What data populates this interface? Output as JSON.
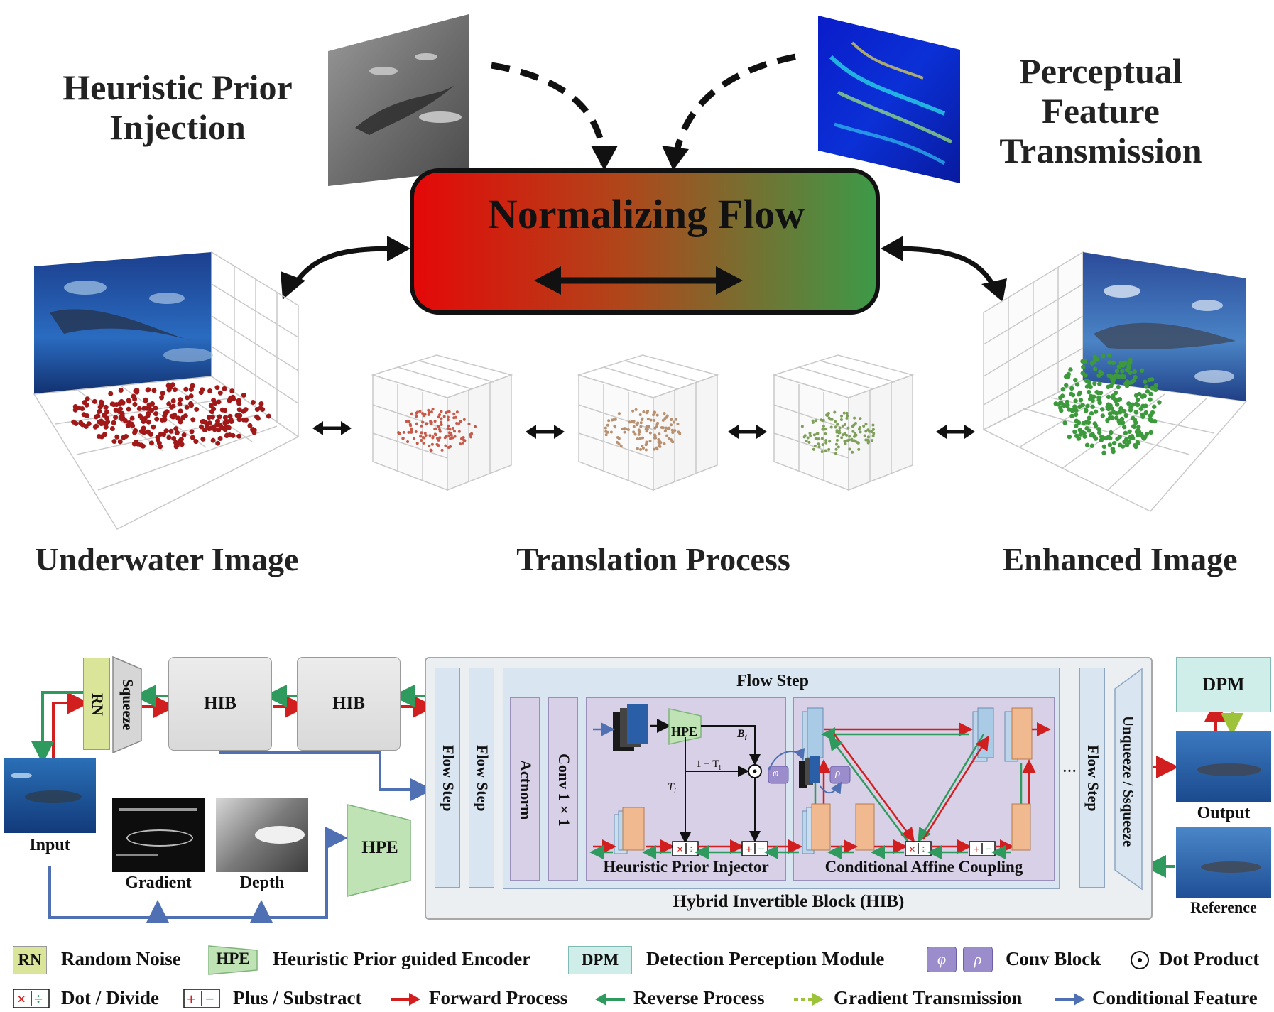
{
  "top": {
    "left_title_line1": "Heuristic Prior",
    "left_title_line2": "Injection",
    "right_title_line1": "Perceptual",
    "right_title_line2": "Feature",
    "right_title_line3": "Transmission",
    "center_label": "Normalizing Flow",
    "caption_left": "Underwater Image",
    "caption_center": "Translation Process",
    "caption_right": "Enhanced  Image"
  },
  "diagram": {
    "rn": "RN",
    "squeeze": "Squeeze",
    "hib1": "HIB",
    "hib2": "HIB",
    "hpe_main": "HPE",
    "input": "Input",
    "gradient": "Gradient",
    "depth": "Depth",
    "flow_step_1": "Flow Step",
    "flow_step_2": "Flow Step",
    "flow_step_title": "Flow Step",
    "actnorm": "Actnorm",
    "conv": "Conv 1×1",
    "hpe_inner": "HPE",
    "b_i": "B",
    "b_sub": "i",
    "one_minus": "1 − T",
    "one_minus_sub": "i",
    "t_i": "T",
    "t_sub": "i",
    "phi": "φ",
    "rho": "ρ",
    "heuristic_prior_injector": "Heuristic Prior Injector",
    "conditional_affine_coupling": "Conditional Affine Coupling",
    "ellipsis": "···",
    "flow_step_3": "Flow Step",
    "unsqueeze": "Unqueeze / Ssqueeze",
    "hib_caption": "Hybrid Invertible Block (HIB)",
    "dpm": "DPM",
    "output": "Output",
    "reference": "Reference"
  },
  "legend": {
    "rn_badge": "RN",
    "rn_text": "Random Noise",
    "hpe_badge": "HPE",
    "hpe_text": "Heuristic Prior guided Encoder",
    "dpm_badge": "DPM",
    "dpm_text": "Detection Perception Module",
    "phi": "φ",
    "rho": "ρ",
    "conv_text": "Conv Block",
    "dot_text": "Dot Product",
    "dotdiv_text": "Dot / Divide",
    "plussub_text": "Plus / Substract",
    "forward_text": "Forward Process",
    "reverse_text": "Reverse Process",
    "gradient_text": "Gradient Transmission",
    "conditional_text": "Conditional Feature"
  },
  "colors": {
    "forward": "#d11f1f",
    "reverse": "#2e9a5e",
    "gradient": "#9cc33a",
    "conditional": "#4f71b3",
    "rn_fill": "#dbe59a",
    "hpe_fill": "#bfe3b5",
    "dpm_fill": "#cfeeea",
    "conv_block": "#9b8ccc",
    "panel_bg": "#eceff2",
    "flowstep_bg": "#d9e6f2",
    "actnorm_bg": "#d8d0e6"
  }
}
